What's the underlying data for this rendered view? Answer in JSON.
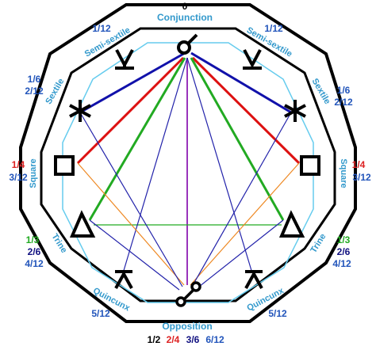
{
  "colors": {
    "aspect_label": "#3399cc",
    "fraction_blue": "#2255bb",
    "fraction_red": "#dd2222",
    "fraction_green": "#22aa22",
    "fraction_navy": "#101080",
    "line_red": "#dd1111",
    "line_blue": "#1111aa",
    "line_green": "#22aa22",
    "line_orange": "#ee8822",
    "line_navy": "#2222aa",
    "line_purple": "#9933bb",
    "line_cyan": "#66ccee"
  },
  "aspects": {
    "conjunction": {
      "label": "Conjunction",
      "fraction": "0",
      "symbol_icon": "conjunction-icon"
    },
    "semi_sextile": {
      "label": "Semi-sextile",
      "fraction": "1/12",
      "symbol_icon": "semi-sextile-icon"
    },
    "sextile": {
      "label": "Sextile",
      "fraction_a": "1/6",
      "fraction_b": "2/12",
      "symbol_icon": "sextile-icon"
    },
    "square": {
      "label": "Square",
      "fraction_a": "1/4",
      "fraction_b": "3/12",
      "symbol_icon": "square-icon"
    },
    "trine": {
      "label": "Trine",
      "fraction_a": "1/3",
      "fraction_b": "2/6",
      "fraction_c": "4/12",
      "symbol_icon": "trine-icon"
    },
    "quincunx": {
      "label": "Quincunx",
      "fraction": "5/12",
      "symbol_icon": "quincunx-icon"
    },
    "opposition": {
      "label": "Opposition",
      "fractions": [
        "1/2",
        "2/4",
        "3/6",
        "6/12"
      ],
      "symbol_icon": "opposition-icon"
    }
  }
}
